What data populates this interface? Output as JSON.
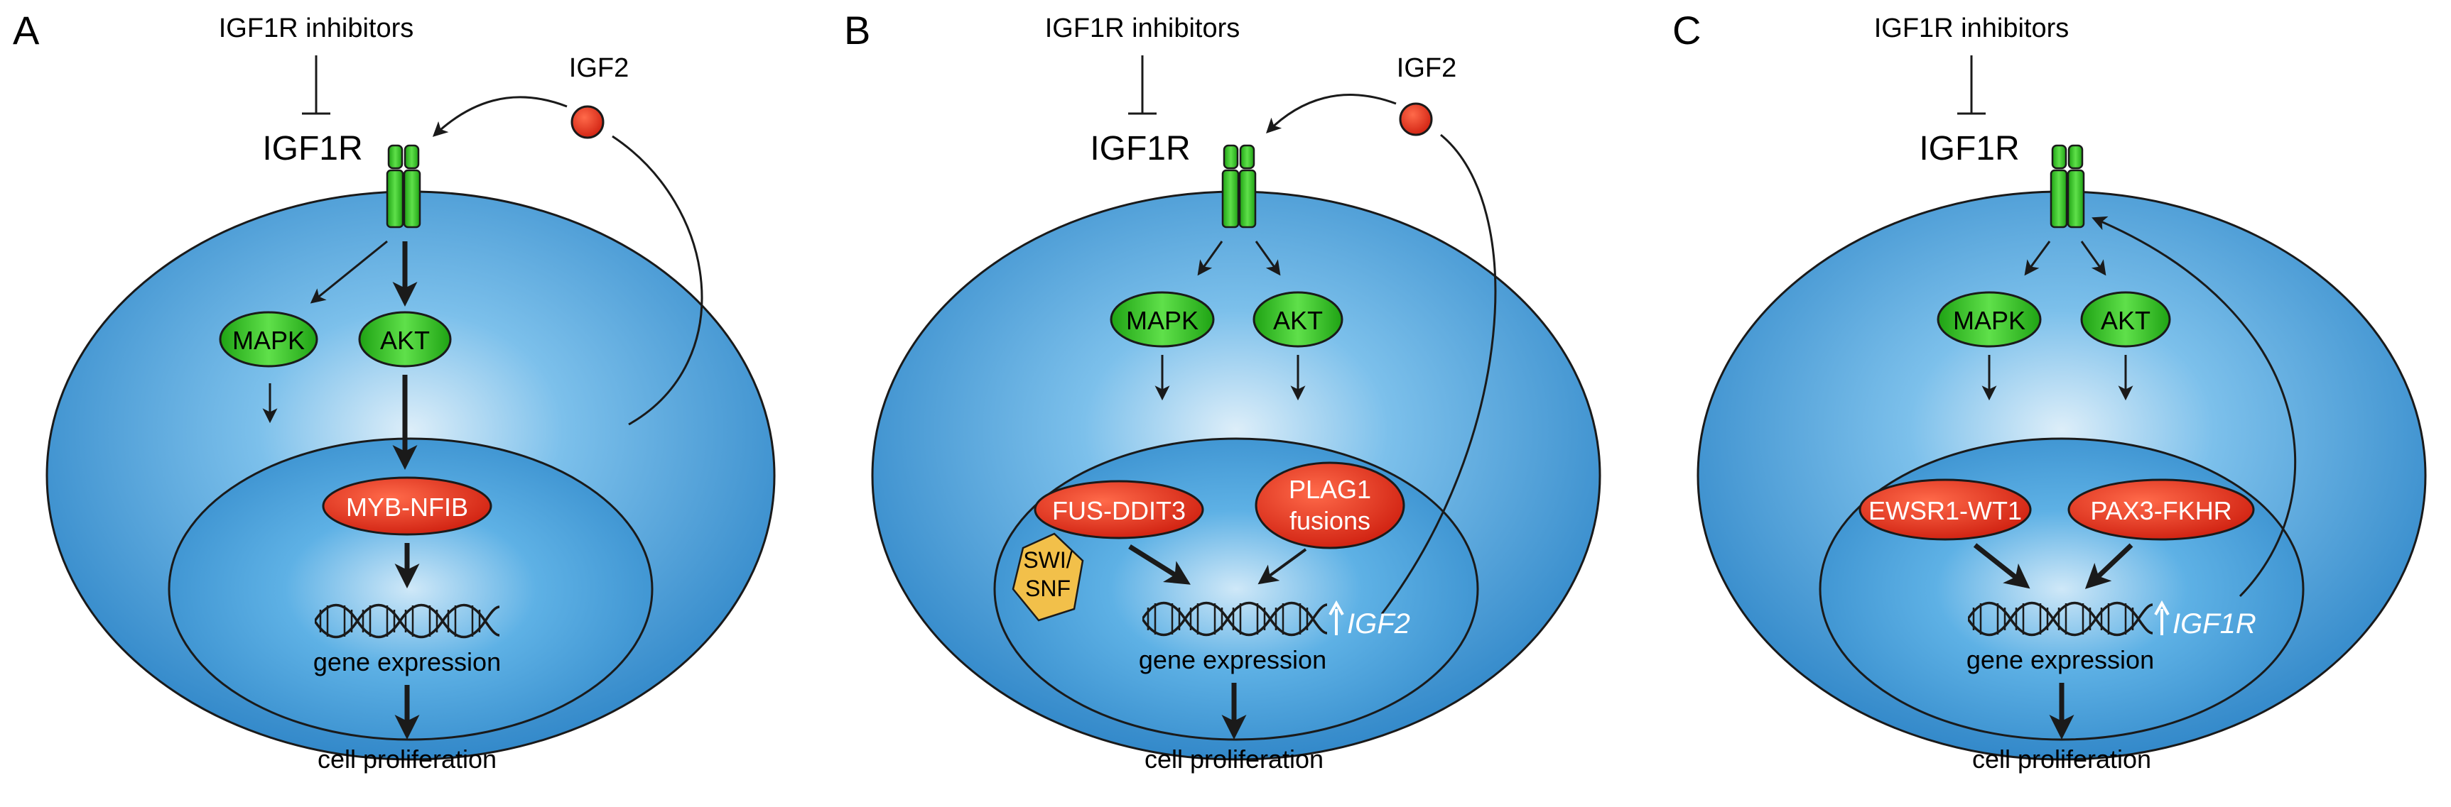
{
  "colors": {
    "cell_outer": "#4aa8e0",
    "cell_dark": "#2f86c8",
    "nucleus": "#4ea9e0",
    "receptor": "#2ecc1f",
    "kinase": "#33cc22",
    "fusion": "#e02a12",
    "ligand": "#e02a12",
    "swi_snf": "#f2c04a",
    "stroke": "#1a1a1a",
    "white": "#ffffff"
  },
  "panels": [
    {
      "letter": "A",
      "inhibitor_label": "IGF1R inhibitors",
      "receptor_label": "IGF1R",
      "ligand_label": "IGF2",
      "kinases": [
        "MAPK",
        "AKT"
      ],
      "fusions": [
        "MYB-NFIB"
      ],
      "gene_expression": "gene expression",
      "proliferation": "cell proliferation"
    },
    {
      "letter": "B",
      "inhibitor_label": "IGF1R inhibitors",
      "receptor_label": "IGF1R",
      "ligand_label": "IGF2",
      "kinases": [
        "MAPK",
        "AKT"
      ],
      "fusions": [
        "FUS-DDIT3",
        "PLAG1",
        "fusions"
      ],
      "cofactor": [
        "SWI/",
        "SNF"
      ],
      "upregulated_gene": "IGF2",
      "gene_expression": "gene expression",
      "proliferation": "cell proliferation"
    },
    {
      "letter": "C",
      "inhibitor_label": "IGF1R inhibitors",
      "receptor_label": "IGF1R",
      "kinases": [
        "MAPK",
        "AKT"
      ],
      "fusions": [
        "EWSR1-WT1",
        "PAX3-FKHR"
      ],
      "upregulated_gene": "IGF1R",
      "gene_expression": "gene expression",
      "proliferation": "cell proliferation"
    }
  ]
}
